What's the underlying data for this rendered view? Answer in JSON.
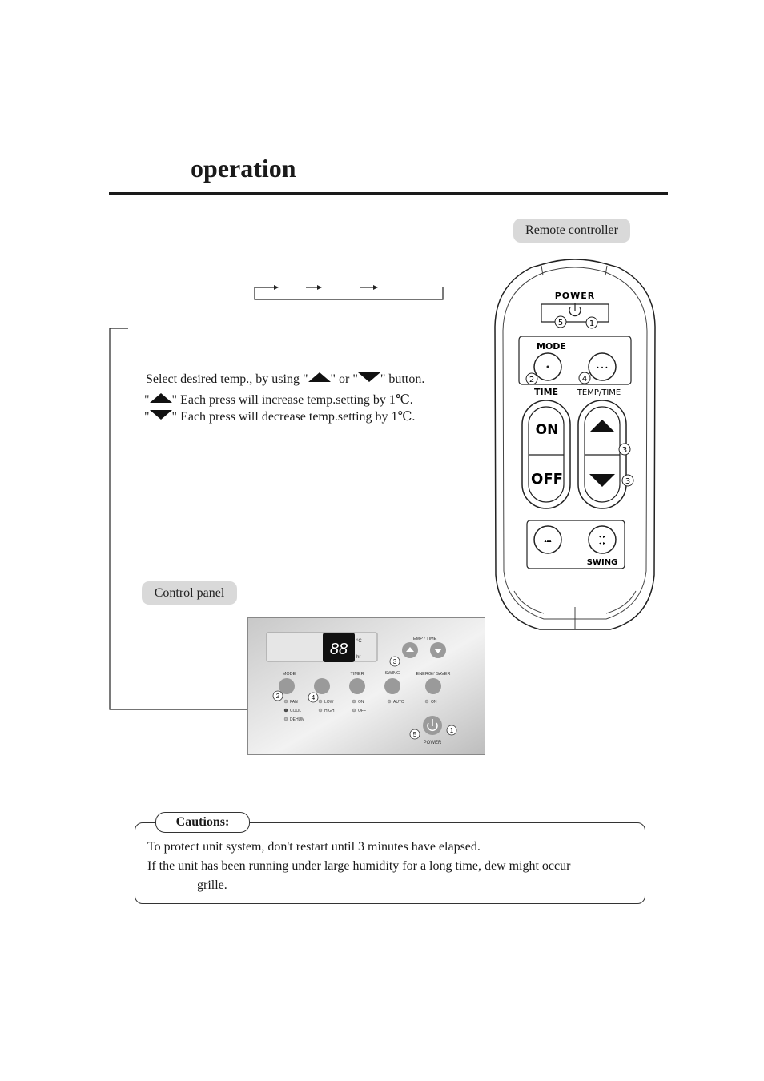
{
  "header": {
    "title": "operation"
  },
  "remote_label": "Remote controller",
  "instructions": {
    "line1_pre": "Select desired temp., by using \"",
    "line1_mid": "\" or \"",
    "line1_post": "\" button.",
    "line2_pre": "\"",
    "line2_post": "\" Each press will increase temp.setting by 1℃.",
    "line3_pre": "\"",
    "line3_post": "\" Each press will decrease temp.setting by 1℃."
  },
  "control_panel_label": "Control panel",
  "remote": {
    "power": "POWER",
    "mode": "MODE",
    "time": "TIME",
    "temp_time": "TEMP/TIME",
    "on": "ON",
    "off": "OFF",
    "swing": "SWING",
    "steps": {
      "power_a": "5",
      "power_b": "1",
      "mode": "2",
      "fan": "4",
      "up": "3",
      "down": "3"
    }
  },
  "panel": {
    "display": "88",
    "unit_c": "°C",
    "unit_hr": "hr",
    "temp_time": "TEMP / TIME",
    "mode": "MODE",
    "timer": "TIMER",
    "swing": "SWING",
    "energy_saver": "ENERGY SAVER",
    "fan": "FAN",
    "cool": "COOL",
    "dehum": "DEHUM",
    "low": "LOW",
    "high": "HIGH",
    "on": "ON",
    "off": "OFF",
    "auto": "AUTO",
    "es_on": "ON",
    "power": "POWER",
    "steps": {
      "mode": "2",
      "fan": "4",
      "temp": "3",
      "power_a": "5",
      "power_b": "1"
    }
  },
  "cautions": {
    "title": "Cautions:",
    "line1": "To protect unit system, don't restart until 3 minutes have elapsed.",
    "line2": "If the unit has been running under large humidity for a long time, dew might occur",
    "line3": "grille."
  }
}
